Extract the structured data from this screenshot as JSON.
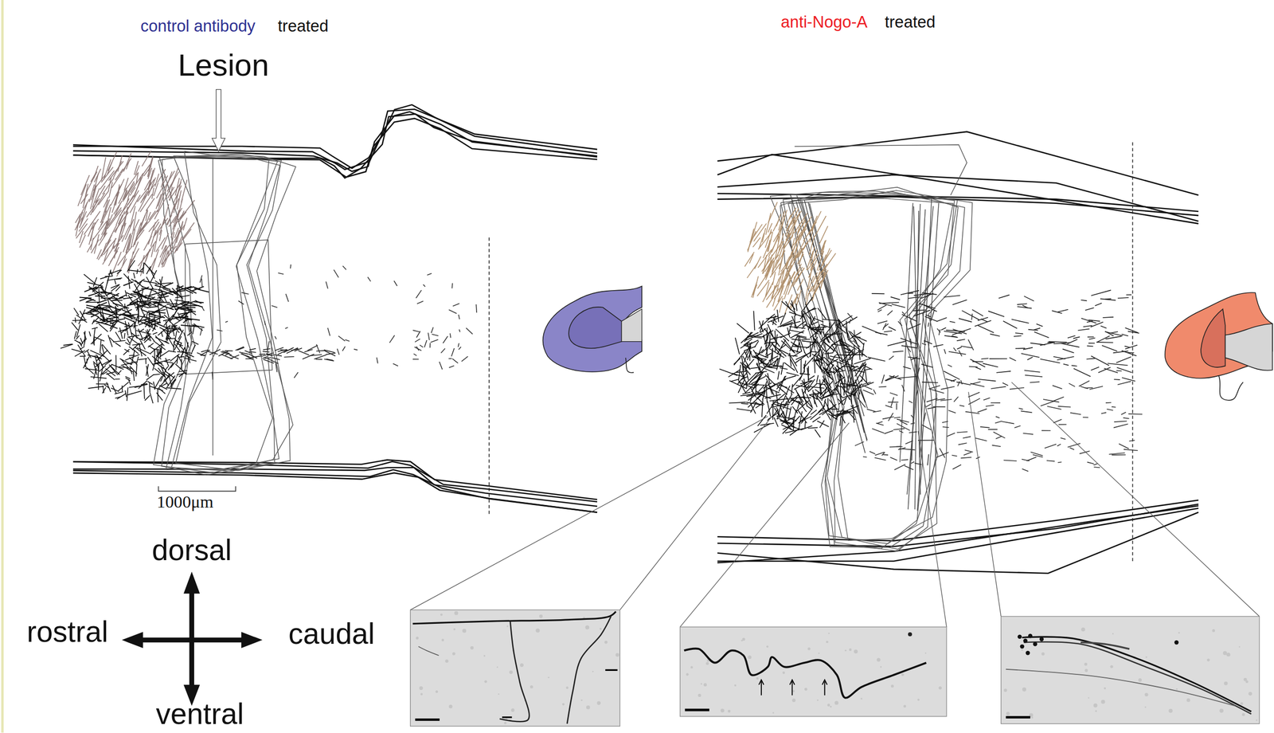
{
  "diagram": {
    "labels": [
      "control antibody",
      "treated",
      "Lesion",
      "1000μm",
      "anti-Nogo-A",
      "treated",
      "dorsal",
      "rostral",
      "caudal",
      "ventral"
    ]
  }
}
